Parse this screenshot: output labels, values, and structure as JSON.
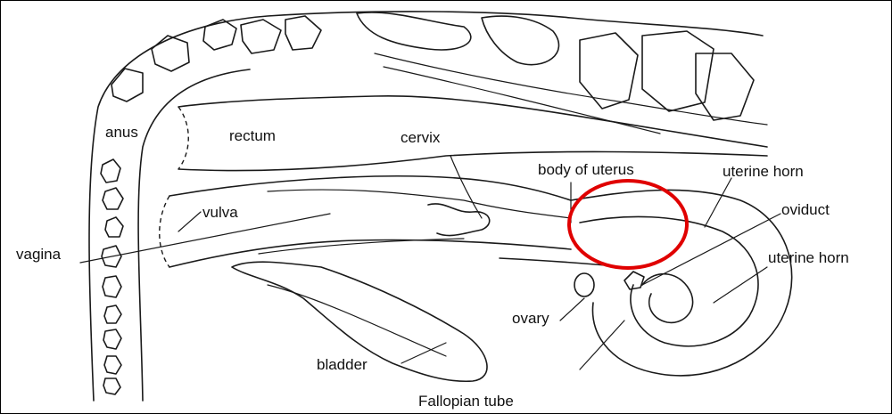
{
  "labels": {
    "anus": "anus",
    "rectum": "rectum",
    "cervix": "cervix",
    "body_of_uterus": "body of uterus",
    "uterine_horn_top": "uterine horn",
    "vulva": "vulva",
    "oviduct": "oviduct",
    "vagina": "vagina",
    "uterine_horn_right": "uterine horn",
    "ovary": "ovary",
    "bladder": "bladder",
    "fallopian_tube": "Fallopian tube"
  },
  "highlight": {
    "color": "#e00000"
  }
}
